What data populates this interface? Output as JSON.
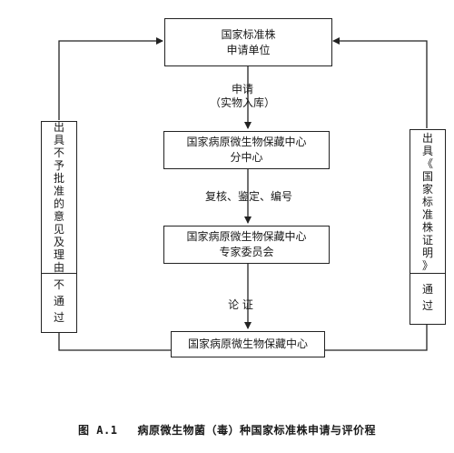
{
  "boxes": {
    "applicant": [
      "国家标准株",
      "申请单位"
    ],
    "subcenter": [
      "国家病原微生物保藏中心",
      "分中心"
    ],
    "committee": [
      "国家病原微生物保藏中心",
      "专家委员会"
    ],
    "center": [
      "国家病原微生物保藏中心"
    ]
  },
  "edges": {
    "apply": [
      "申请",
      "（实物入库）"
    ],
    "review": "复核、鉴定、编号",
    "argue": "论 证"
  },
  "left_side": {
    "reject_text": "出具不予批准的意见及理由",
    "fail_text": "不通过"
  },
  "right_side": {
    "cert_text": "出具《国家标准株证明》",
    "pass_text": "通过"
  },
  "caption": {
    "number": "图 A.1",
    "title": "病原微生物菌（毒）种国家标准株申请与评价程"
  }
}
